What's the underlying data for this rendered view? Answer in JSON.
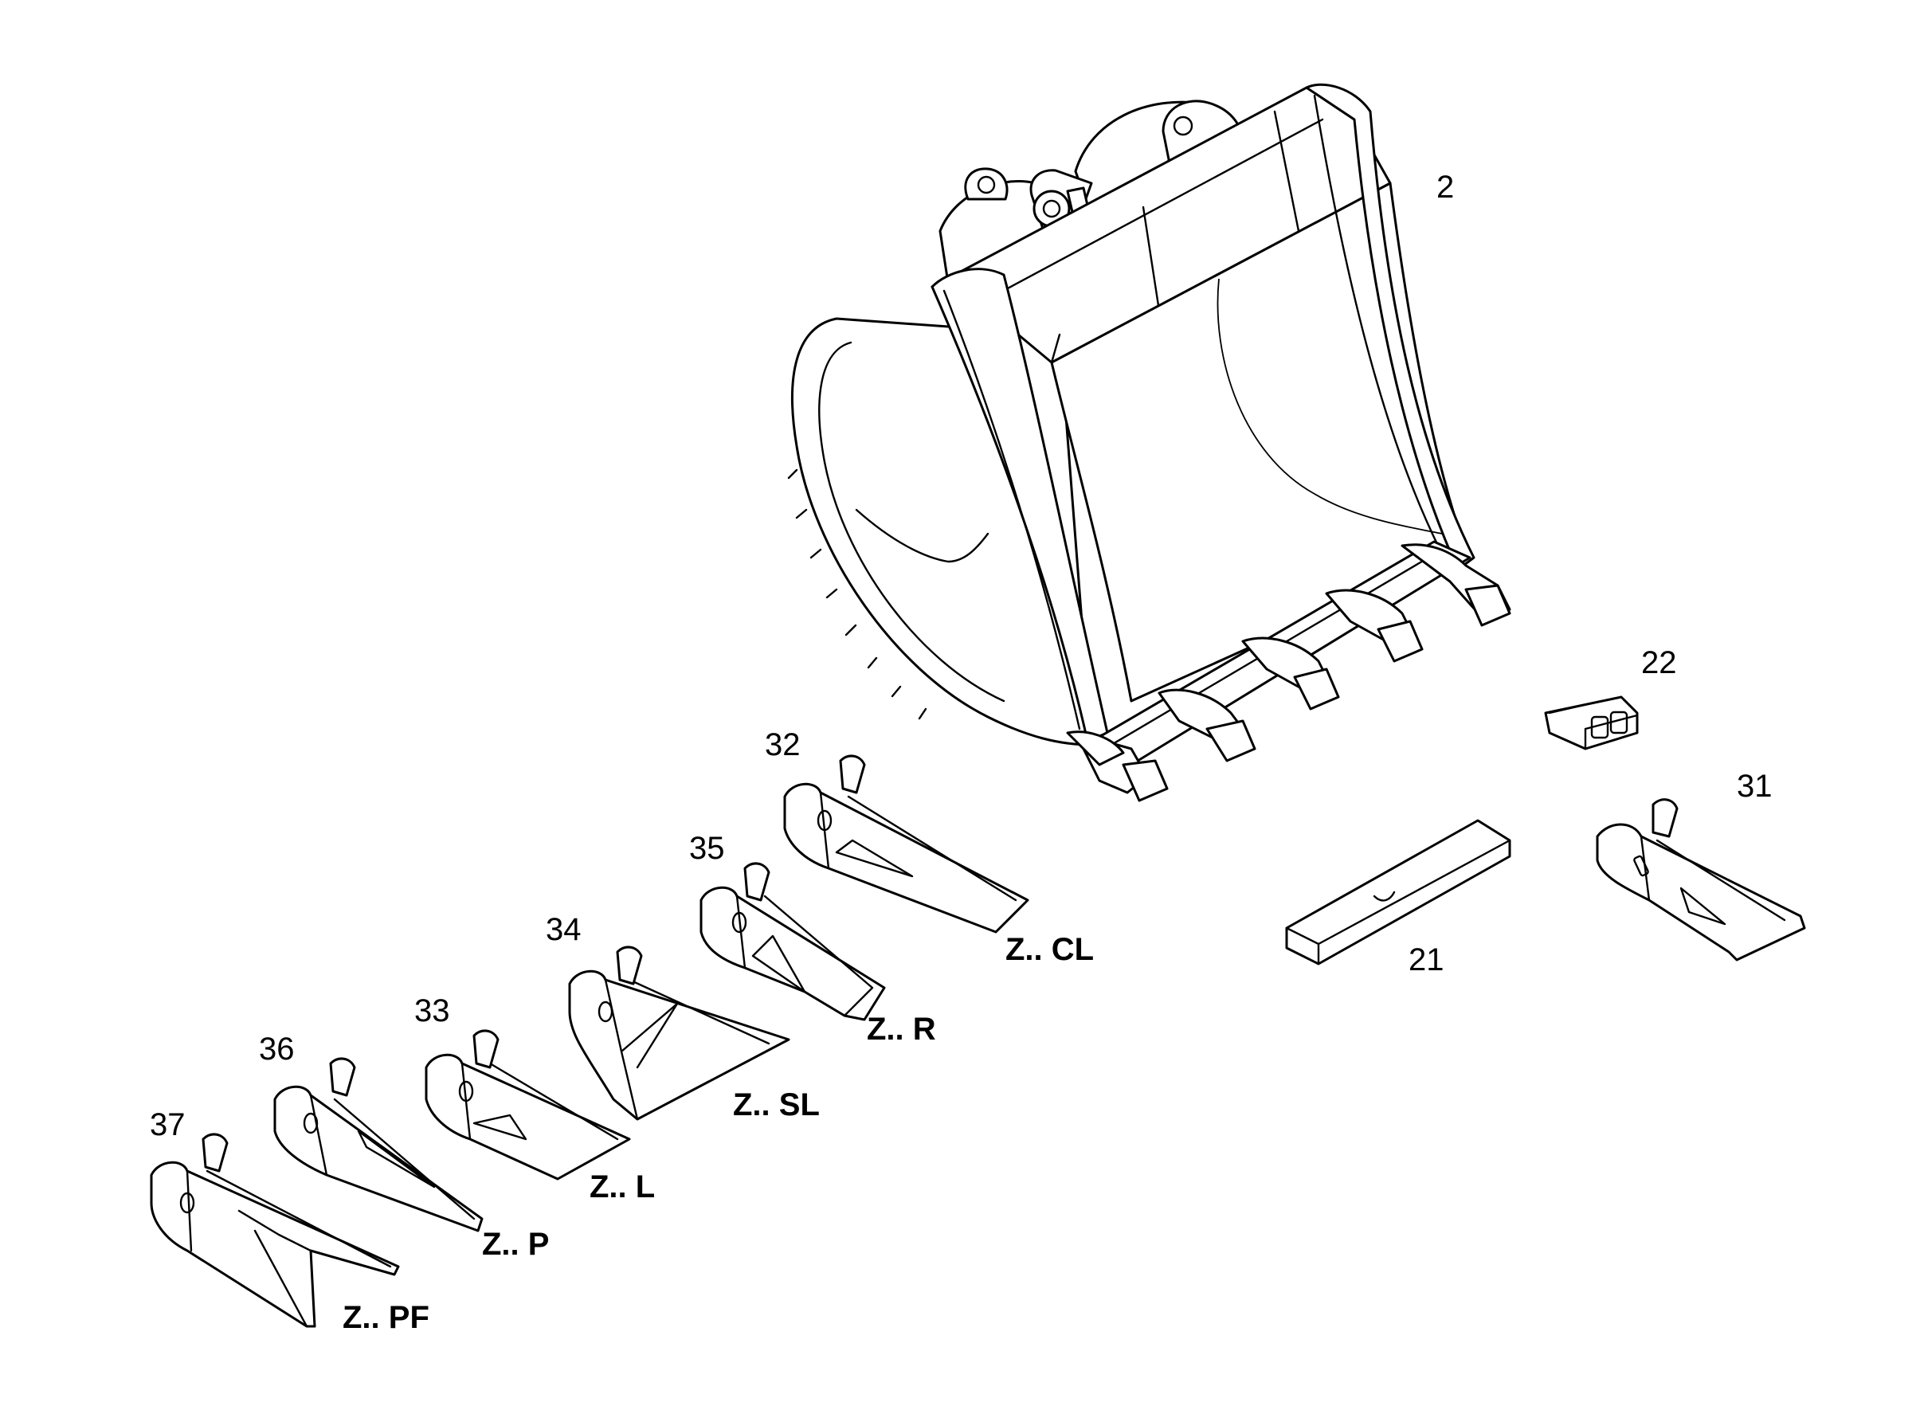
{
  "callouts": {
    "n2": "2",
    "n21": "21",
    "n22": "22",
    "n31": "31",
    "n32": "32",
    "n33": "33",
    "n34": "34",
    "n35": "35",
    "n36": "36",
    "n37": "37"
  },
  "tooth_codes": {
    "cl": "Z.. CL",
    "r": "Z.. R",
    "sl": "Z.. SL",
    "l": "Z.. L",
    "p": "Z.. P",
    "pf": "Z.. PF"
  },
  "colors": {
    "line": "#000000",
    "background": "#ffffff"
  }
}
